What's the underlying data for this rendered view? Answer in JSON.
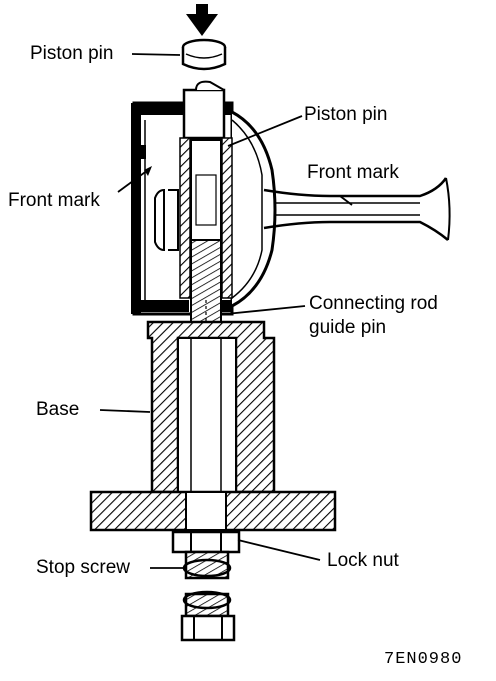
{
  "labels": {
    "piston_pin_top": "Piston pin",
    "piston_pin_right": "Piston pin",
    "front_mark_right": "Front mark",
    "front_mark_left": "Front mark",
    "connecting_rod_line1": "Connecting rod",
    "connecting_rod_line2": "guide pin",
    "base": "Base",
    "lock_nut": "Lock nut",
    "stop_screw": "Stop screw"
  },
  "figure_code": "7EN0980"
}
